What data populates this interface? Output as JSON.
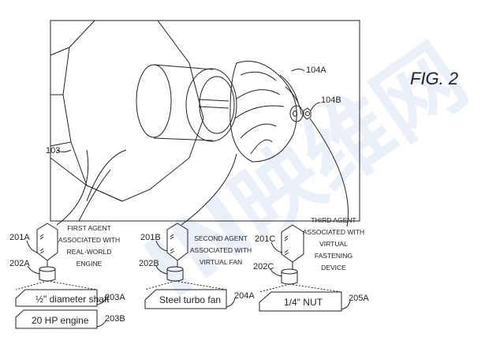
{
  "figure": {
    "title": "FIG. 2"
  },
  "scene": {
    "engine_ref": "103",
    "fan_ref": "104A",
    "nut_ref": "104B"
  },
  "agents": [
    {
      "ref": "201A",
      "db_ref": "202A",
      "caption": [
        "FIRST AGENT",
        "ASSOCIATED WITH",
        "REAL-WORLD",
        "ENGINE"
      ],
      "records": [
        {
          "text": "½\" diameter shaft",
          "ref": "203A"
        },
        {
          "text": "20 HP engine",
          "ref": "203B"
        }
      ]
    },
    {
      "ref": "201B",
      "db_ref": "202B",
      "caption": [
        "SECOND AGENT",
        "ASSOCIATED WITH",
        "VIRTUAL FAN"
      ],
      "records": [
        {
          "text": "Steel turbo fan",
          "ref": "204A"
        }
      ]
    },
    {
      "ref": "201C",
      "db_ref": "202C",
      "caption": [
        "THIRD AGENT",
        "ASSOCIATED WITH",
        "VIRTUAL",
        "FASTENING",
        "DEVICE"
      ],
      "records": [
        {
          "text": "1/4\" NUT",
          "ref": "205A"
        }
      ]
    }
  ],
  "watermark": "映维网"
}
